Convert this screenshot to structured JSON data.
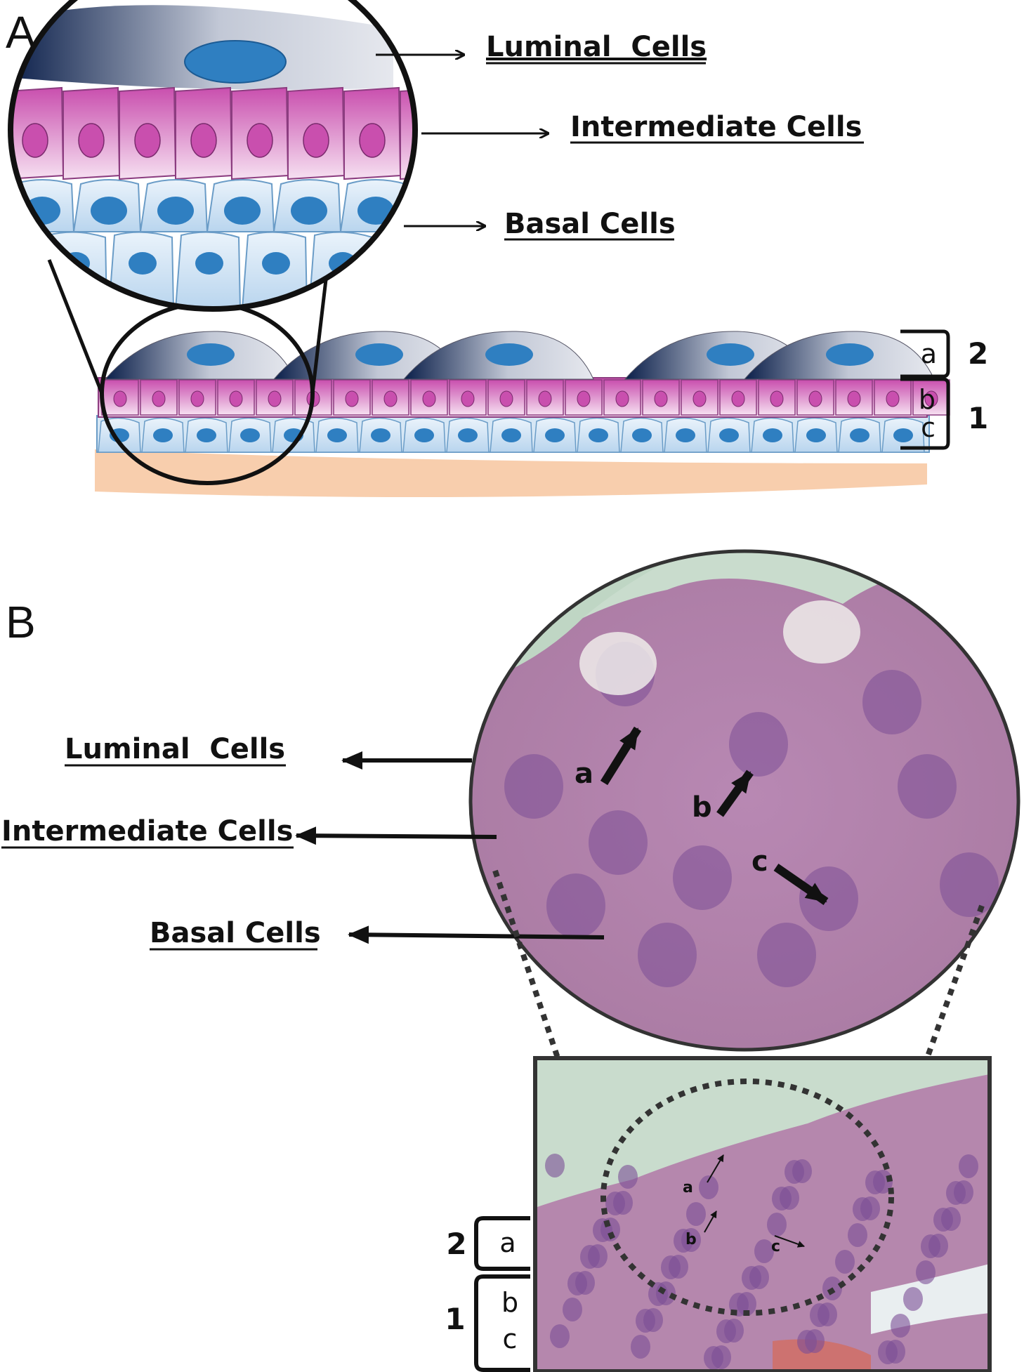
{
  "panels": {
    "a": {
      "letter": "A",
      "labels": {
        "luminal": "Luminal  Cells",
        "intermediate": "Intermediate Cells",
        "basal": "Basal Cells"
      },
      "layer_letters": {
        "a": "a",
        "b": "b",
        "c": "c"
      },
      "layer_numbers": {
        "two": "2",
        "one": "1"
      }
    },
    "b": {
      "letter": "B",
      "labels": {
        "luminal": "Luminal  Cells",
        "intermediate": "Intermediate Cells",
        "basal": "Basal Cells"
      },
      "arrow_letters": {
        "a": "a",
        "b": "b",
        "c": "c"
      },
      "layer_letters": {
        "a": "a",
        "b": "b",
        "c": "c"
      },
      "layer_numbers": {
        "two": "2",
        "one": "1"
      }
    }
  },
  "colors": {
    "luminal_dark": "#0b1f4a",
    "luminal_light": "#d9dde6",
    "nucleus_blue": "#2f7fc1",
    "intermediate_pink": "#c94fae",
    "intermediate_light": "#f3d7ec",
    "basal_light": "#cfe3f4",
    "basement": "#f7c9a4",
    "tissue_pink": "#b07fa6",
    "tissue_nucleus": "#7b4f96",
    "background_green": "#c9dccd"
  }
}
